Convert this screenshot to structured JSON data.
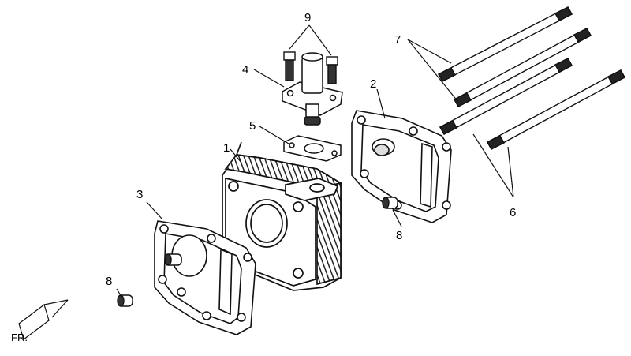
{
  "diagram": {
    "callouts": [
      {
        "id": "p1",
        "text": "1"
      },
      {
        "id": "p2",
        "text": "2"
      },
      {
        "id": "p3",
        "text": "3"
      },
      {
        "id": "p4",
        "text": "4"
      },
      {
        "id": "p5",
        "text": "5"
      },
      {
        "id": "p6",
        "text": "6"
      },
      {
        "id": "p7",
        "text": "7"
      },
      {
        "id": "p8a",
        "text": "8"
      },
      {
        "id": "p8b",
        "text": "8"
      },
      {
        "id": "p9",
        "text": "9"
      }
    ],
    "direction_label": "FR."
  }
}
